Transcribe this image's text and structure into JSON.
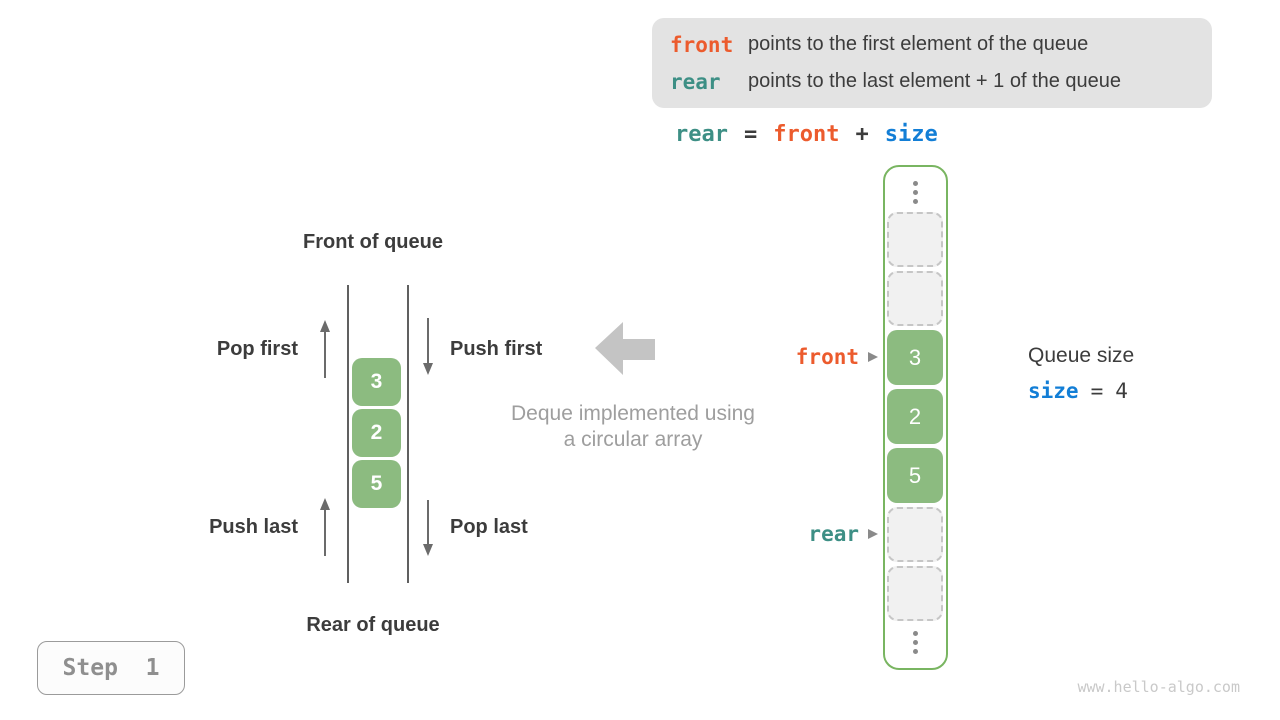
{
  "palette": {
    "orange": "#ec5b2d",
    "teal": "#3d8f85",
    "blue": "#127ed6",
    "dark": "#3c3c3c",
    "caption": "#9e9e9e",
    "green-fill": "#8cbb80",
    "green-border": "#79b561",
    "cell-empty-fill": "#f1f1f1",
    "cell-empty-border": "#c6c6c6",
    "block-arrow": "#c4c4c4",
    "thin-arrow": "#6b6b6b",
    "infobox-bg": "#e3e3e3",
    "step-text": "#8f8f8f",
    "watermark": "#c9c9c9"
  },
  "info_box": {
    "rows": [
      {
        "keyword": "front",
        "text": "points to the first element of the queue"
      },
      {
        "keyword": "rear",
        "text": "points to the last element + 1 of the queue"
      }
    ]
  },
  "formula": {
    "lhs": "rear",
    "eq": "=",
    "op1": "front",
    "plus": "+",
    "op2": "size"
  },
  "deque": {
    "front_title": "Front of queue",
    "rear_title": "Rear of queue",
    "values": [
      "3",
      "2",
      "5"
    ],
    "ops": {
      "pop_first": "Pop first",
      "push_first": "Push first",
      "push_last": "Push last",
      "pop_last": "Pop last"
    }
  },
  "caption": {
    "line1": "Deque implemented using",
    "line2": "a circular array"
  },
  "array": {
    "front_pointer": "front",
    "rear_pointer": "rear",
    "cells": [
      {
        "type": "empty"
      },
      {
        "type": "empty"
      },
      {
        "type": "value",
        "value": "3"
      },
      {
        "type": "value",
        "value": "2"
      },
      {
        "type": "value",
        "value": "5"
      },
      {
        "type": "empty"
      },
      {
        "type": "empty"
      }
    ]
  },
  "queue_size": {
    "label": "Queue size",
    "variable": "size",
    "eq": "=",
    "value": "4"
  },
  "step_label": "Step  1",
  "watermark": "www.hello-algo.com"
}
